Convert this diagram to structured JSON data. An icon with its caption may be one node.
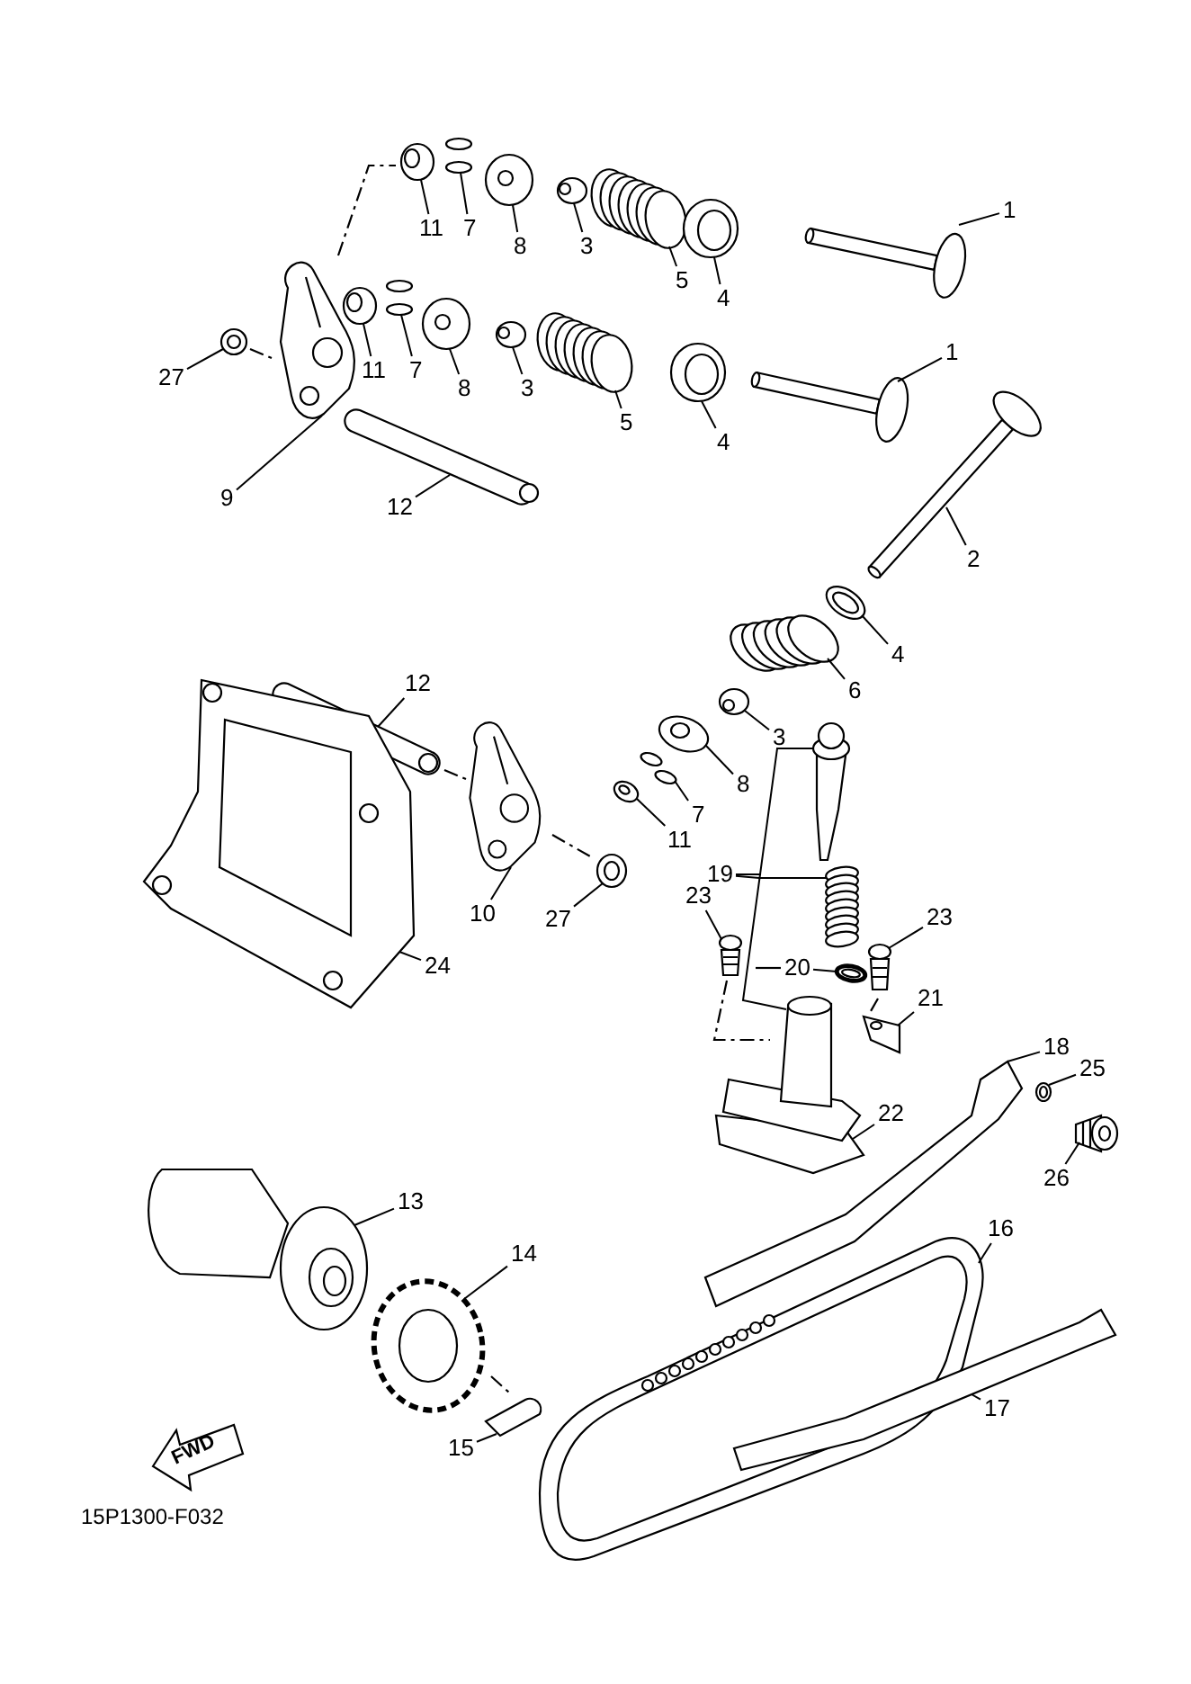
{
  "diagram": {
    "nodes": [
      {
        "text": [
          "11"
        ]
      },
      {
        "text": [
          "7"
        ]
      },
      {
        "text": [
          "8"
        ]
      },
      {
        "text": [
          "3"
        ]
      },
      {
        "text": [
          "5"
        ]
      },
      {
        "text": [
          "4"
        ]
      },
      {
        "text": [
          "1"
        ]
      },
      {
        "text": [
          "27"
        ]
      },
      {
        "text": [
          "11"
        ]
      },
      {
        "text": [
          "7"
        ]
      },
      {
        "text": [
          "8"
        ]
      },
      {
        "text": [
          "3"
        ]
      },
      {
        "text": [
          "5"
        ]
      },
      {
        "text": [
          "4"
        ]
      },
      {
        "text": [
          "1"
        ]
      },
      {
        "text": [
          "9"
        ]
      },
      {
        "text": [
          "12"
        ]
      },
      {
        "text": [
          "2"
        ]
      },
      {
        "text": [
          "4"
        ]
      },
      {
        "text": [
          "12"
        ]
      },
      {
        "text": [
          "6"
        ]
      },
      {
        "text": [
          "3"
        ]
      },
      {
        "text": [
          "8"
        ]
      },
      {
        "text": [
          "7"
        ]
      },
      {
        "text": [
          "11"
        ]
      },
      {
        "text": [
          "19"
        ]
      },
      {
        "text": [
          "10"
        ]
      },
      {
        "text": [
          "27"
        ]
      },
      {
        "text": [
          "23"
        ]
      },
      {
        "text": [
          "23"
        ]
      },
      {
        "text": [
          "20"
        ]
      },
      {
        "text": [
          "24"
        ]
      },
      {
        "text": [
          "21"
        ]
      },
      {
        "text": [
          "18"
        ]
      },
      {
        "text": [
          "25"
        ]
      },
      {
        "text": [
          "22"
        ]
      },
      {
        "text": [
          "26"
        ]
      },
      {
        "text": [
          "13"
        ]
      },
      {
        "text": [
          "14"
        ]
      },
      {
        "text": [
          "16"
        ]
      },
      {
        "text": [
          "15"
        ]
      },
      {
        "text": [
          "17"
        ]
      },
      {
        "text": [],
        "shape": "picture"
      },
      {
        "text": [],
        "shape": "picture"
      },
      {
        "text": [],
        "shape": "picture"
      },
      {
        "text": [],
        "shape": "picture"
      },
      {
        "text": [],
        "shape": "picture"
      },
      {
        "text": [],
        "shape": "picture"
      },
      {
        "text": [],
        "shape": "picture"
      },
      {
        "text": [],
        "shape": "picture"
      },
      {
        "text": [],
        "shape": "picture"
      },
      {
        "text": [],
        "shape": "picture"
      },
      {
        "text": [],
        "shape": "picture"
      },
      {
        "text": [],
        "shape": "picture"
      },
      {
        "text": [],
        "shape": "picture"
      },
      {
        "text": [],
        "shape": "picture"
      },
      {
        "text": [],
        "shape": "picture"
      },
      {
        "text": [],
        "shape": "picture"
      },
      {
        "text": [],
        "shape": "picture"
      },
      {
        "text": [],
        "shape": "picture"
      },
      {
        "text": [],
        "shape": "picture"
      },
      {
        "text": [],
        "shape": "picture"
      },
      {
        "text": [],
        "shape": "picture"
      },
      {
        "text": [],
        "shape": "picture"
      },
      {
        "text": [],
        "shape": "picture"
      },
      {
        "text": [],
        "shape": "picture"
      },
      {
        "text": [],
        "shape": "picture"
      },
      {
        "text": [],
        "shape": "picture"
      },
      {
        "text": [],
        "shape": "picture"
      },
      {
        "text": [],
        "shape": "picture"
      },
      {
        "text": [],
        "shape": "picture"
      },
      {
        "text": [],
        "shape": "picture"
      },
      {
        "text": [],
        "shape": "picture"
      },
      {
        "text": [],
        "shape": "picture"
      },
      {
        "text": [],
        "shape": "picture"
      },
      {
        "text": [],
        "shape": "picture"
      },
      {
        "text": [],
        "shape": "picture"
      },
      {
        "text": [],
        "shape": "picture"
      },
      {
        "text": [],
        "shape": "picture"
      },
      {
        "text": [],
        "shape": "picture"
      },
      {
        "text": [],
        "shape": "picture"
      },
      {
        "text": [],
        "shape": "picture"
      },
      {
        "text": [],
        "shape": "picture"
      },
      {
        "text": [],
        "shape": "picture"
      },
      {
        "text": [],
        "shape": "picture"
      }
    ],
    "edges": [
      {
        "from": 0,
        "to": 42,
        "arrow": "none"
      },
      {
        "from": 1,
        "to": 43,
        "arrow": "none"
      },
      {
        "from": 2,
        "to": 44,
        "arrow": "none"
      },
      {
        "from": 3,
        "to": 45,
        "arrow": "none"
      },
      {
        "from": 4,
        "to": 46,
        "arrow": "none"
      },
      {
        "from": 5,
        "to": 47,
        "arrow": "none"
      },
      {
        "from": 6,
        "to": 48,
        "arrow": "none"
      },
      {
        "from": 7,
        "to": 49,
        "arrow": "none"
      },
      {
        "from": 8,
        "to": 50,
        "arrow": "none"
      },
      {
        "from": 9,
        "to": 51,
        "arrow": "none"
      },
      {
        "from": 10,
        "to": 52,
        "arrow": "none"
      },
      {
        "from": 11,
        "to": 53,
        "arrow": "none"
      },
      {
        "from": 12,
        "to": 54,
        "arrow": "none"
      },
      {
        "from": 13,
        "to": 55,
        "arrow": "none"
      },
      {
        "from": 14,
        "to": 56,
        "arrow": "none"
      },
      {
        "from": 15,
        "to": 57,
        "arrow": "none"
      },
      {
        "from": 16,
        "to": 58,
        "arrow": "none"
      },
      {
        "from": 17,
        "to": 59,
        "arrow": "none"
      },
      {
        "from": 18,
        "to": 60,
        "arrow": "none"
      },
      {
        "from": 19,
        "to": 61,
        "arrow": "none"
      },
      {
        "from": 20,
        "to": 62,
        "arrow": "none"
      },
      {
        "from": 21,
        "to": 63,
        "arrow": "none"
      },
      {
        "from": 22,
        "to": 64,
        "arrow": "none"
      },
      {
        "from": 23,
        "to": 65,
        "arrow": "none"
      },
      {
        "from": 24,
        "to": 66,
        "arrow": "none"
      },
      {
        "from": 25,
        "to": 83,
        "arrow": "none"
      },
      {
        "from": 26,
        "to": 67,
        "arrow": "none"
      },
      {
        "from": 27,
        "to": 68,
        "arrow": "none"
      },
      {
        "from": 28,
        "to": 69,
        "arrow": "none"
      },
      {
        "from": 29,
        "to": 70,
        "arrow": "none"
      },
      {
        "from": 30,
        "to": 71,
        "arrow": "none"
      },
      {
        "from": 31,
        "to": 72,
        "arrow": "none"
      },
      {
        "from": 32,
        "to": 73,
        "arrow": "none"
      },
      {
        "from": 33,
        "to": 74,
        "arrow": "none"
      },
      {
        "from": 34,
        "to": 75,
        "arrow": "none"
      },
      {
        "from": 35,
        "to": 76,
        "arrow": "none"
      },
      {
        "from": 36,
        "to": 77,
        "arrow": "none"
      },
      {
        "from": 37,
        "to": 78,
        "arrow": "none"
      },
      {
        "from": 38,
        "to": 79,
        "arrow": "none"
      },
      {
        "from": 39,
        "to": 80,
        "arrow": "none"
      },
      {
        "from": 40,
        "to": 81,
        "arrow": "none"
      },
      {
        "from": 41,
        "to": 82,
        "arrow": "none"
      },
      {
        "from": 25,
        "to": 84,
        "arrow": "none"
      },
      {
        "from": 25,
        "to": 76,
        "arrow": "none"
      }
    ],
    "labels": [
      "FWD",
      "15P1300-F032"
    ]
  }
}
